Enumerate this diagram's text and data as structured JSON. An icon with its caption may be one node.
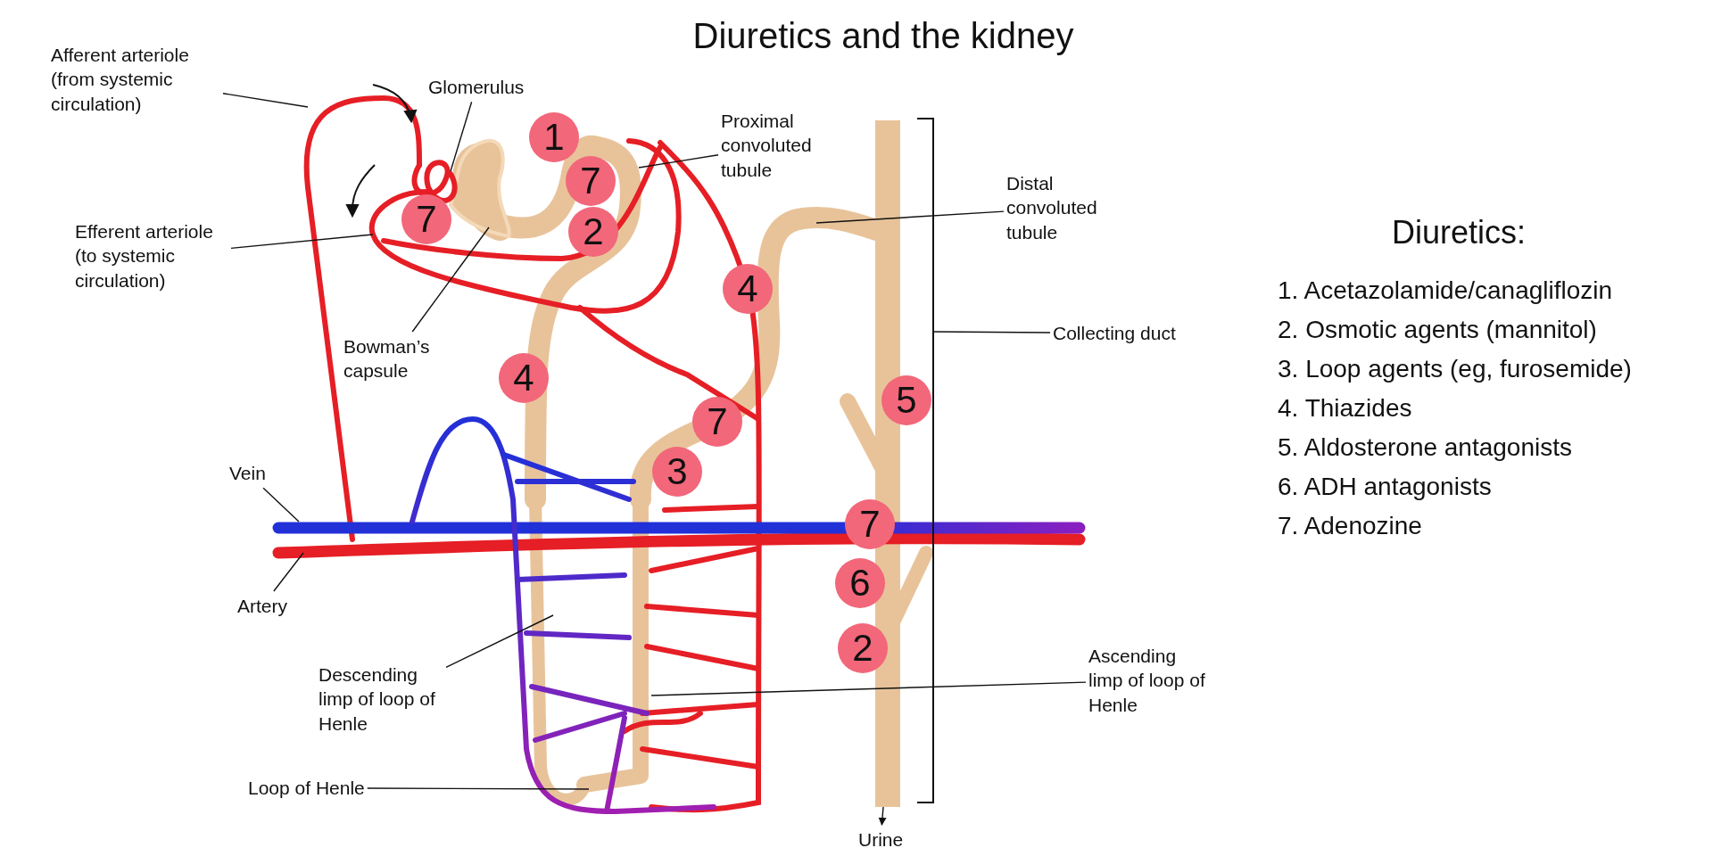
{
  "diagram": {
    "title": "Diuretics and the kidney",
    "nodes": [
      {
        "text": [
          "Afferent arteriole (from systemic circulation)"
        ]
      },
      {
        "text": [
          "Glomerulus"
        ]
      },
      {
        "text": [
          "1"
        ]
      },
      {
        "text": [
          "Proximal convoluted tubule"
        ]
      },
      {
        "text": [
          "7"
        ]
      },
      {
        "text": [
          "7"
        ]
      },
      {
        "text": [
          "2"
        ]
      },
      {
        "text": [
          "Efferent arteriole (to systemic circulation)"
        ]
      },
      {
        "text": [
          "Distal convoluted tubule"
        ]
      },
      {
        "text": [
          "4"
        ]
      },
      {
        "text": [
          "Bowman’s capsule"
        ]
      },
      {
        "text": [
          "4"
        ]
      },
      {
        "text": [
          "Collecting duct"
        ]
      },
      {
        "text": [
          "5"
        ]
      },
      {
        "text": [
          "7"
        ]
      },
      {
        "text": [
          "3"
        ]
      },
      {
        "text": [
          "Vein"
        ]
      },
      {
        "text": [
          "7"
        ]
      },
      {
        "text": [
          "6"
        ]
      },
      {
        "text": [
          "Artery"
        ]
      },
      {
        "text": [
          "2"
        ]
      },
      {
        "text": [
          "Descending limp of loop of Henle"
        ]
      },
      {
        "text": [
          "Ascending limp of loop of Henle"
        ]
      },
      {
        "text": [
          "Loop of Henle"
        ]
      },
      {
        "text": [
          "Urine"
        ]
      }
    ],
    "edges": [
      {
        "from": 0,
        "to": null,
        "arrow": "none"
      },
      {
        "from": 1,
        "to": null,
        "arrow": "none"
      },
      {
        "from": 3,
        "to": null,
        "arrow": "none"
      },
      {
        "from": 7,
        "to": null,
        "arrow": "none"
      },
      {
        "from": 8,
        "to": null,
        "arrow": "none"
      },
      {
        "from": 10,
        "to": null,
        "arrow": "none"
      },
      {
        "from": 12,
        "to": null,
        "arrow": "none"
      },
      {
        "from": 16,
        "to": null,
        "arrow": "none"
      },
      {
        "from": 19,
        "to": null,
        "arrow": "none"
      },
      {
        "from": 21,
        "to": null,
        "arrow": "none"
      },
      {
        "from": 22,
        "to": null,
        "arrow": "none"
      },
      {
        "from": 23,
        "to": null,
        "arrow": "none"
      },
      {
        "from": null,
        "to": 24,
        "arrow": "to"
      }
    ],
    "labels": [
      "Diuretics:",
      "1. Acetazolamide/canagliflozin",
      "2. Osmotic agents (mannitol)",
      "3. Loop agents (eg, furosemide)",
      "4. Thiazides",
      "5. Aldosterone antagonists",
      "6. ADH antagonists",
      "7. Adenozine"
    ]
  }
}
